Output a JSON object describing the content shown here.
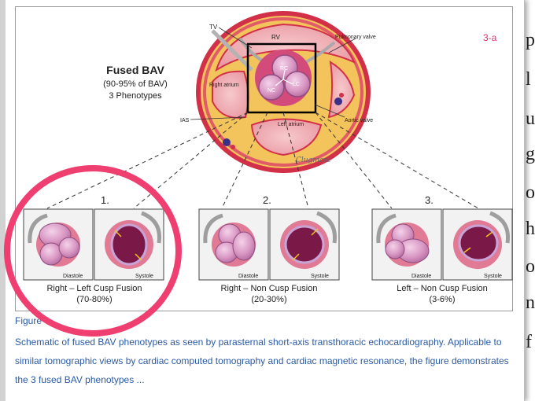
{
  "background_page": {
    "letters": [
      "p",
      "l",
      "u",
      "g",
      "o",
      "h",
      "o",
      "n,",
      "f"
    ]
  },
  "figure": {
    "panel_label": "3-a",
    "title": "Fused BAV",
    "subtitle": "(90-95% of BAV)",
    "subtitle2": "3 Phenotypes",
    "anatomy_labels": {
      "tv": "TV",
      "rv": "RV",
      "pulmonary_valve": "Pulmonary valve",
      "right_atrium": "Right atrium",
      "left_atrium": "Left atrium",
      "ias": "IAS",
      "aortic_valve": "Aortic valve",
      "rc": "RC",
      "lc": "LC",
      "nc": "NC"
    },
    "signature": "Clugmarc",
    "phenotypes": [
      {
        "number": "1.",
        "name": "Right – Left Cusp Fusion",
        "percent": "(70-80%)",
        "diastole": "Diastole",
        "systole": "Systole"
      },
      {
        "number": "2.",
        "name": "Right – Non  Cusp Fusion",
        "percent": "(20-30%)",
        "diastole": "Diastole",
        "systole": "Systole"
      },
      {
        "number": "3.",
        "name": "Left – Non  Cusp Fusion",
        "percent": "(3-6%)",
        "diastole": "Diastole",
        "systole": "Systole"
      }
    ],
    "highlight_color": "#ef3f70"
  },
  "caption": {
    "label": "Figure 4.",
    "text": "Schematic of fused BAV phenotypes as seen by parasternal short-axis transthoracic echocardiography. Applicable to similar tomographic views by cardiac computed tomography and cardiac magnetic resonance, the figure demonstrates the 3 fused BAV phenotypes ..."
  }
}
